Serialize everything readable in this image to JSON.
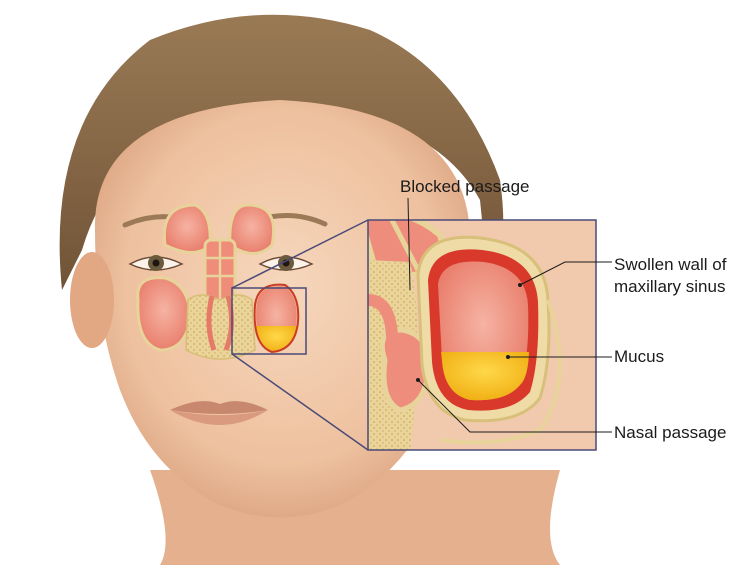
{
  "illustration": {
    "subject": "face-with-sinus-cross-section",
    "colors": {
      "skin": "#efc5a6",
      "skin_shadow": "#d9a381",
      "hair": "#8a6a48",
      "sinus_tissue": "#e67a68",
      "sinus_inner": "#f29a8a",
      "bone": "#ecd9a2",
      "mucus": "#f5c21a",
      "callout_border": "#4a4a78",
      "line": "#1b1b1b"
    }
  },
  "labels": {
    "blocked_passage": "Blocked passage",
    "swollen_wall_line1": "Swollen wall of",
    "swollen_wall_line2": "maxillary sinus",
    "mucus": "Mucus",
    "nasal_passage": "Nasal passage"
  }
}
